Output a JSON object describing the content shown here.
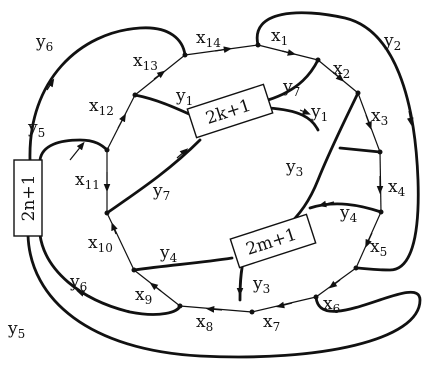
{
  "diagram": {
    "boxes": {
      "left": "2n+1",
      "top": "2k+1",
      "center": "2m+1"
    },
    "labels": {
      "x1": {
        "base": "x",
        "sub": "1"
      },
      "x2": {
        "base": "x",
        "sub": "2"
      },
      "x3": {
        "base": "x",
        "sub": "3"
      },
      "x4": {
        "base": "x",
        "sub": "4"
      },
      "x5": {
        "base": "x",
        "sub": "5"
      },
      "x6": {
        "base": "x",
        "sub": "6"
      },
      "x7": {
        "base": "x",
        "sub": "7"
      },
      "x8": {
        "base": "x",
        "sub": "8"
      },
      "x9": {
        "base": "x",
        "sub": "9"
      },
      "x10": {
        "base": "x",
        "sub": "10"
      },
      "x11": {
        "base": "x",
        "sub": "11"
      },
      "x12": {
        "base": "x",
        "sub": "12"
      },
      "x13": {
        "base": "x",
        "sub": "13"
      },
      "x14": {
        "base": "x",
        "sub": "14"
      },
      "y1a": {
        "base": "y",
        "sub": "1"
      },
      "y1b": {
        "base": "y",
        "sub": "1"
      },
      "y2": {
        "base": "y",
        "sub": "2"
      },
      "y3a": {
        "base": "y",
        "sub": "3"
      },
      "y3b": {
        "base": "y",
        "sub": "3"
      },
      "y4a": {
        "base": "y",
        "sub": "4"
      },
      "y4b": {
        "base": "y",
        "sub": "4"
      },
      "y5a": {
        "base": "y",
        "sub": "5"
      },
      "y5b": {
        "base": "y",
        "sub": "5"
      },
      "y6a": {
        "base": "y",
        "sub": "6"
      },
      "y6b": {
        "base": "y",
        "sub": "6"
      },
      "y7a": {
        "base": "y",
        "sub": "7"
      },
      "y7b": {
        "base": "y",
        "sub": "7"
      }
    }
  }
}
